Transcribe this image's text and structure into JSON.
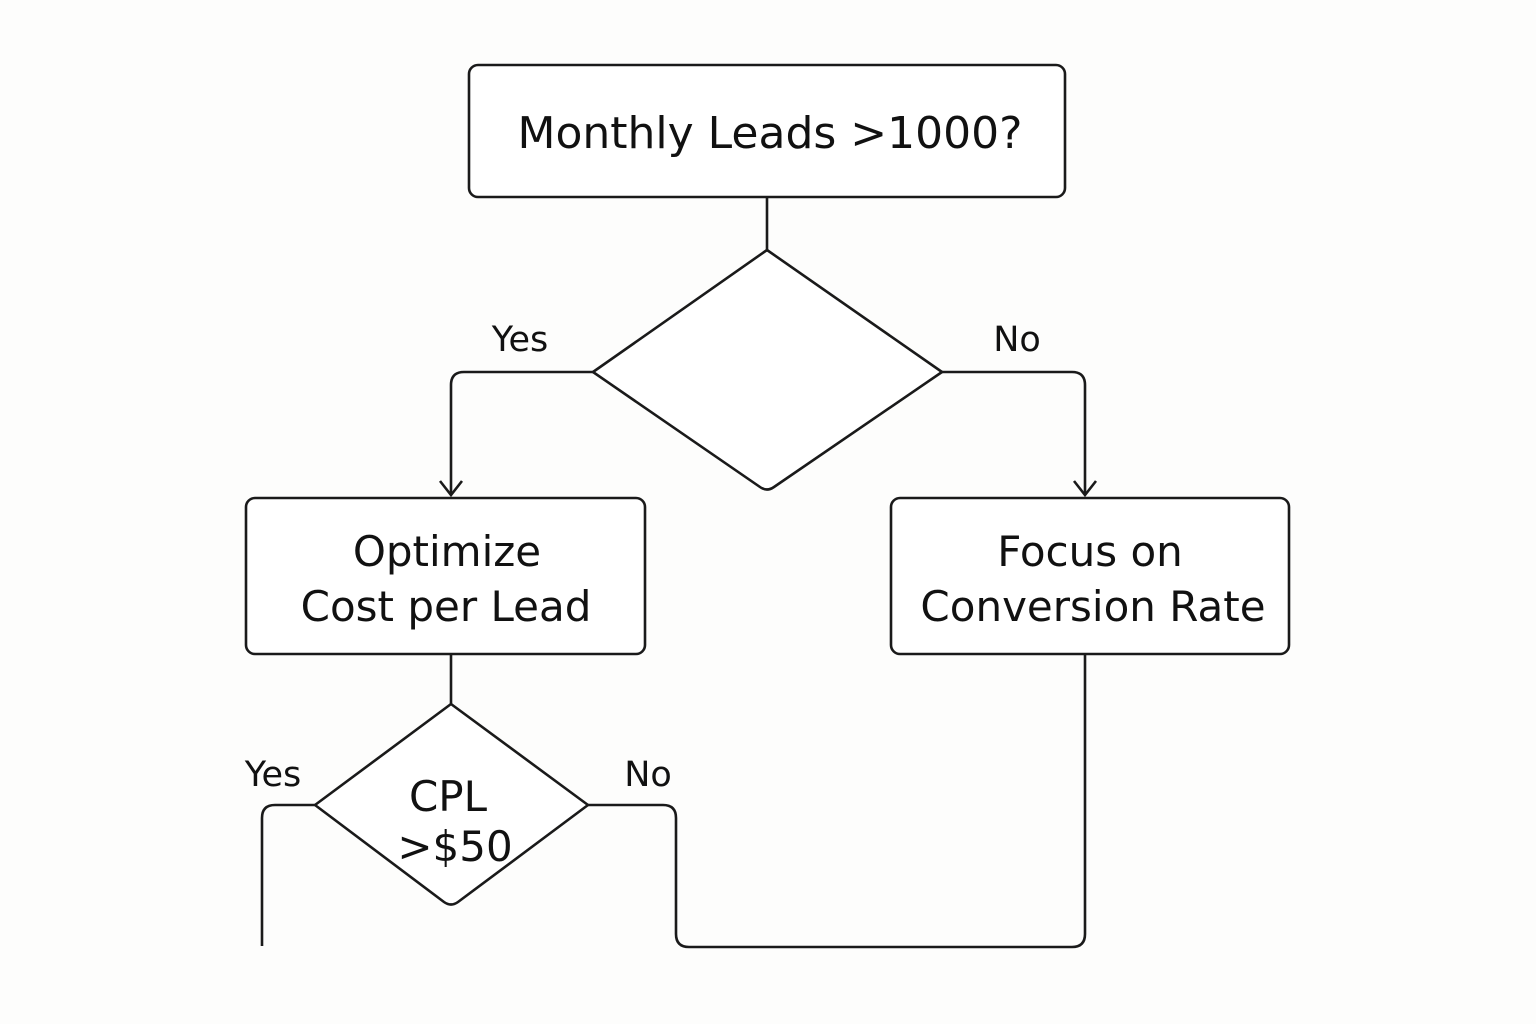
{
  "diagram": {
    "nodes": {
      "monthly_leads": {
        "label": "Monthly Leads >1000?"
      },
      "decision_1": {
        "label": ""
      },
      "optimize_cpl": {
        "lines": [
          "Optimize",
          "Cost per Lead"
        ]
      },
      "focus_conversion": {
        "lines": [
          "Focus on",
          "Conversion Rate"
        ]
      },
      "cpl_decision": {
        "lines": [
          "CPL",
          ">$50"
        ]
      }
    },
    "edges": {
      "decision_1_yes": "Yes",
      "decision_1_no": "No",
      "cpl_yes": "Yes",
      "cpl_no": "No"
    }
  }
}
